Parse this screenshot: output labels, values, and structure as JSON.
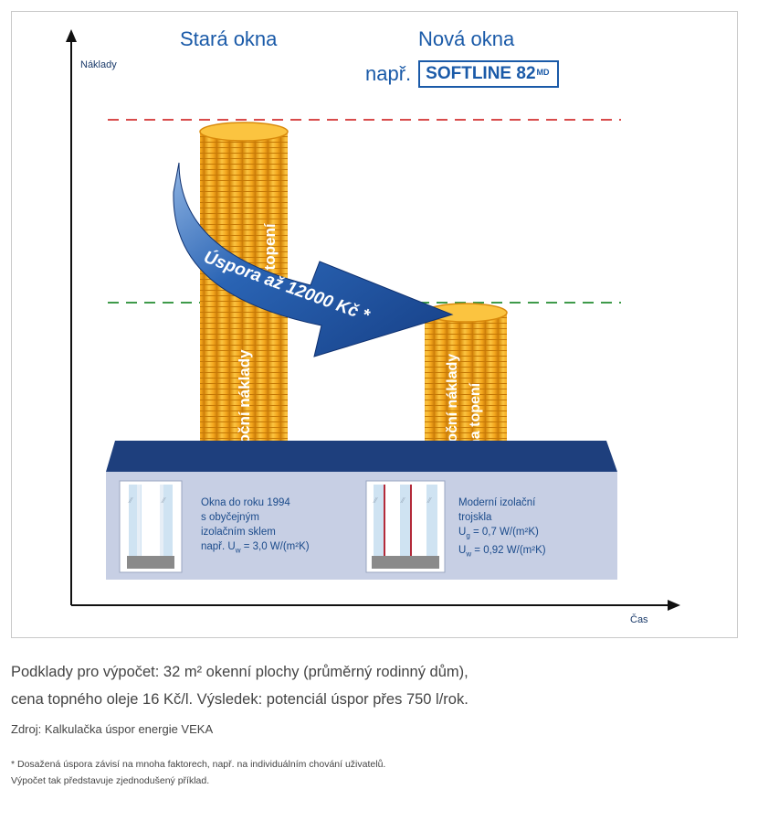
{
  "diagram": {
    "y_axis_label": "Náklady",
    "x_axis_label": "Čas",
    "old_title": "Stará okna",
    "new_title_line1": "Nová okna",
    "new_title_prefix": "např.",
    "brand": "SOFTLINE 82",
    "brand_sup": "MD",
    "old_stack_label_line1": "roční náklady",
    "old_stack_label_line2": "na topení",
    "new_stack_label_line1": "roční náklady",
    "new_stack_label_line2": "na topení",
    "arrow_text": "Úspora až 12000 Kč *",
    "old_window": {
      "line1": "Okna do roku 1994",
      "line2": "s obyčejným",
      "line3": "izolačním sklem",
      "line4_prefix": "např. U",
      "line4_sub": "w",
      "line4_value": " = 3,0 W/(m²K)"
    },
    "new_window": {
      "line1": "Moderní izolační",
      "line2": "trojskla",
      "line3_prefix": "U",
      "line3_sub": "g",
      "line3_value": " = 0,7 W/(m²K)",
      "line4_prefix": "U",
      "line4_sub": "w",
      "line4_value": " = 0,92 W/(m²K)"
    },
    "colors": {
      "coin": "#f3a51c",
      "coin_dark": "#c97a08",
      "platform_top": "#1e3f7d",
      "platform_front": "#c7cfe4",
      "arrow": "#1d57a8",
      "red_dash": "#d84b4b",
      "green_dash": "#3e9a4a"
    }
  },
  "caption": {
    "line1": "Podklady pro výpočet: 32 m² okenní plochy (průměrný rodinný dům),",
    "line2": "cena topného oleje 16 Kč/l. Výsledek: potenciál úspor přes 750 l/rok.",
    "source": "Zdroj: Kalkulačka úspor energie VEKA",
    "footnote1": "* Dosažená úspora závisí na mnoha faktorech, např. na individuálním chování uživatelů.",
    "footnote2": "Výpočet tak představuje zjednodušený příklad."
  }
}
